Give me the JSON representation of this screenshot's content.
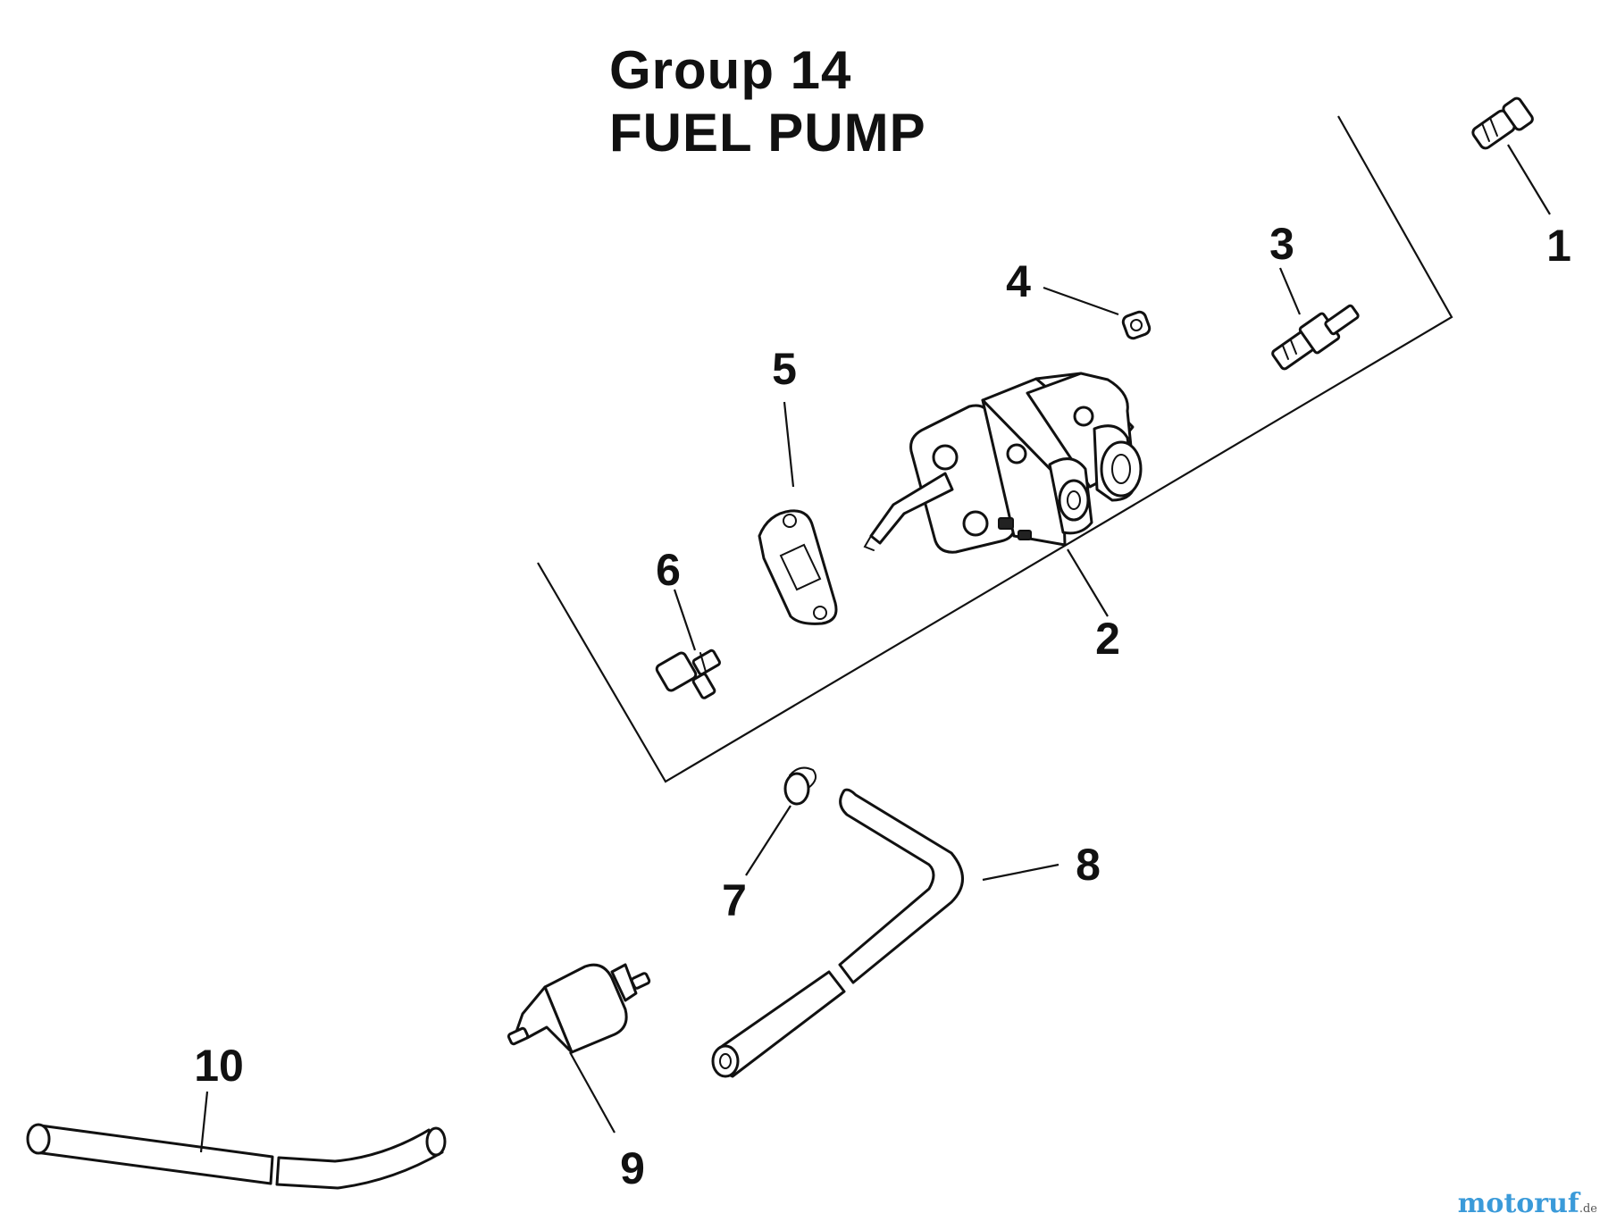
{
  "title": {
    "line1": "Group 14",
    "line2": "FUEL PUMP"
  },
  "callouts": [
    "1",
    "2",
    "3",
    "4",
    "5",
    "6",
    "7",
    "8",
    "9",
    "10"
  ],
  "watermark": {
    "main": "motoruf",
    "suffix": ".de"
  },
  "colors": {
    "ink": "#111111",
    "background": "#ffffff",
    "watermark": "#3a9ad9"
  }
}
